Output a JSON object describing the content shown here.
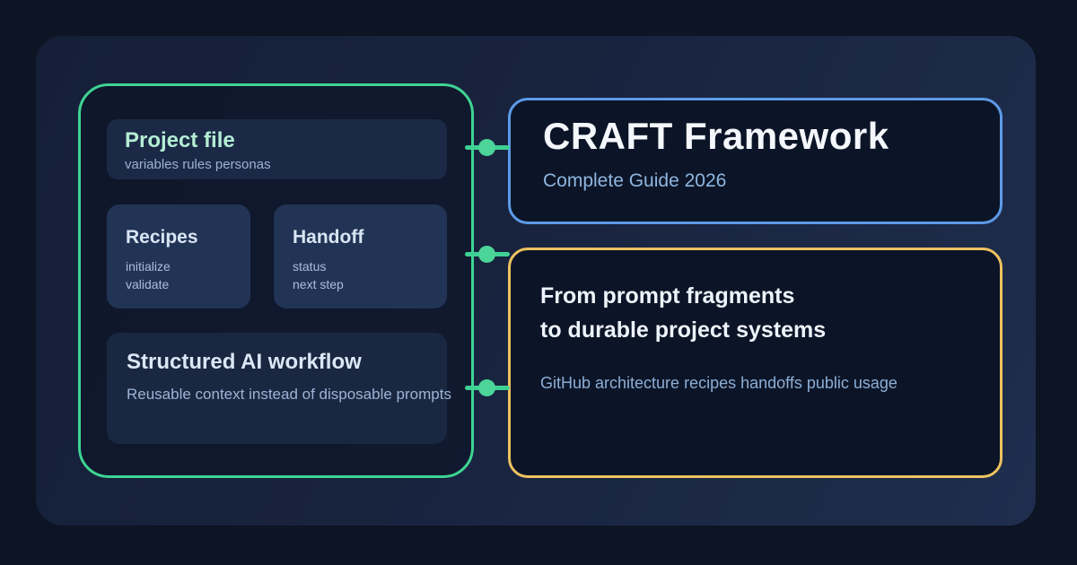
{
  "colors": {
    "background": "#0d1424",
    "panel_gradient_start": "#151f38",
    "panel_gradient_end": "#1f2e4e",
    "accent_green": "#3ed494",
    "connector_dot_green": "#4cd598",
    "accent_blue": "#5d9ae8",
    "accent_yellow": "#eec25f",
    "mint_text": "#b4edd4",
    "muted_blue_text": "#8fb6e0"
  },
  "workflow_panel": {
    "project_file": {
      "title": "Project file",
      "tags": "variables rules personas"
    },
    "recipes": {
      "title": "Recipes",
      "items": [
        "initialize",
        "validate"
      ]
    },
    "handoff": {
      "title": "Handoff",
      "items": [
        "status",
        "next step"
      ]
    },
    "workflow_summary": {
      "title": "Structured AI workflow",
      "subtitle": "Reusable context instead of disposable prompts"
    }
  },
  "header_box": {
    "title": "CRAFT Framework",
    "subtitle": "Complete Guide 2026"
  },
  "summary_box": {
    "title_line1": "From prompt fragments",
    "title_line2": "to durable project systems",
    "tags": "GitHub architecture recipes handoffs public usage"
  }
}
